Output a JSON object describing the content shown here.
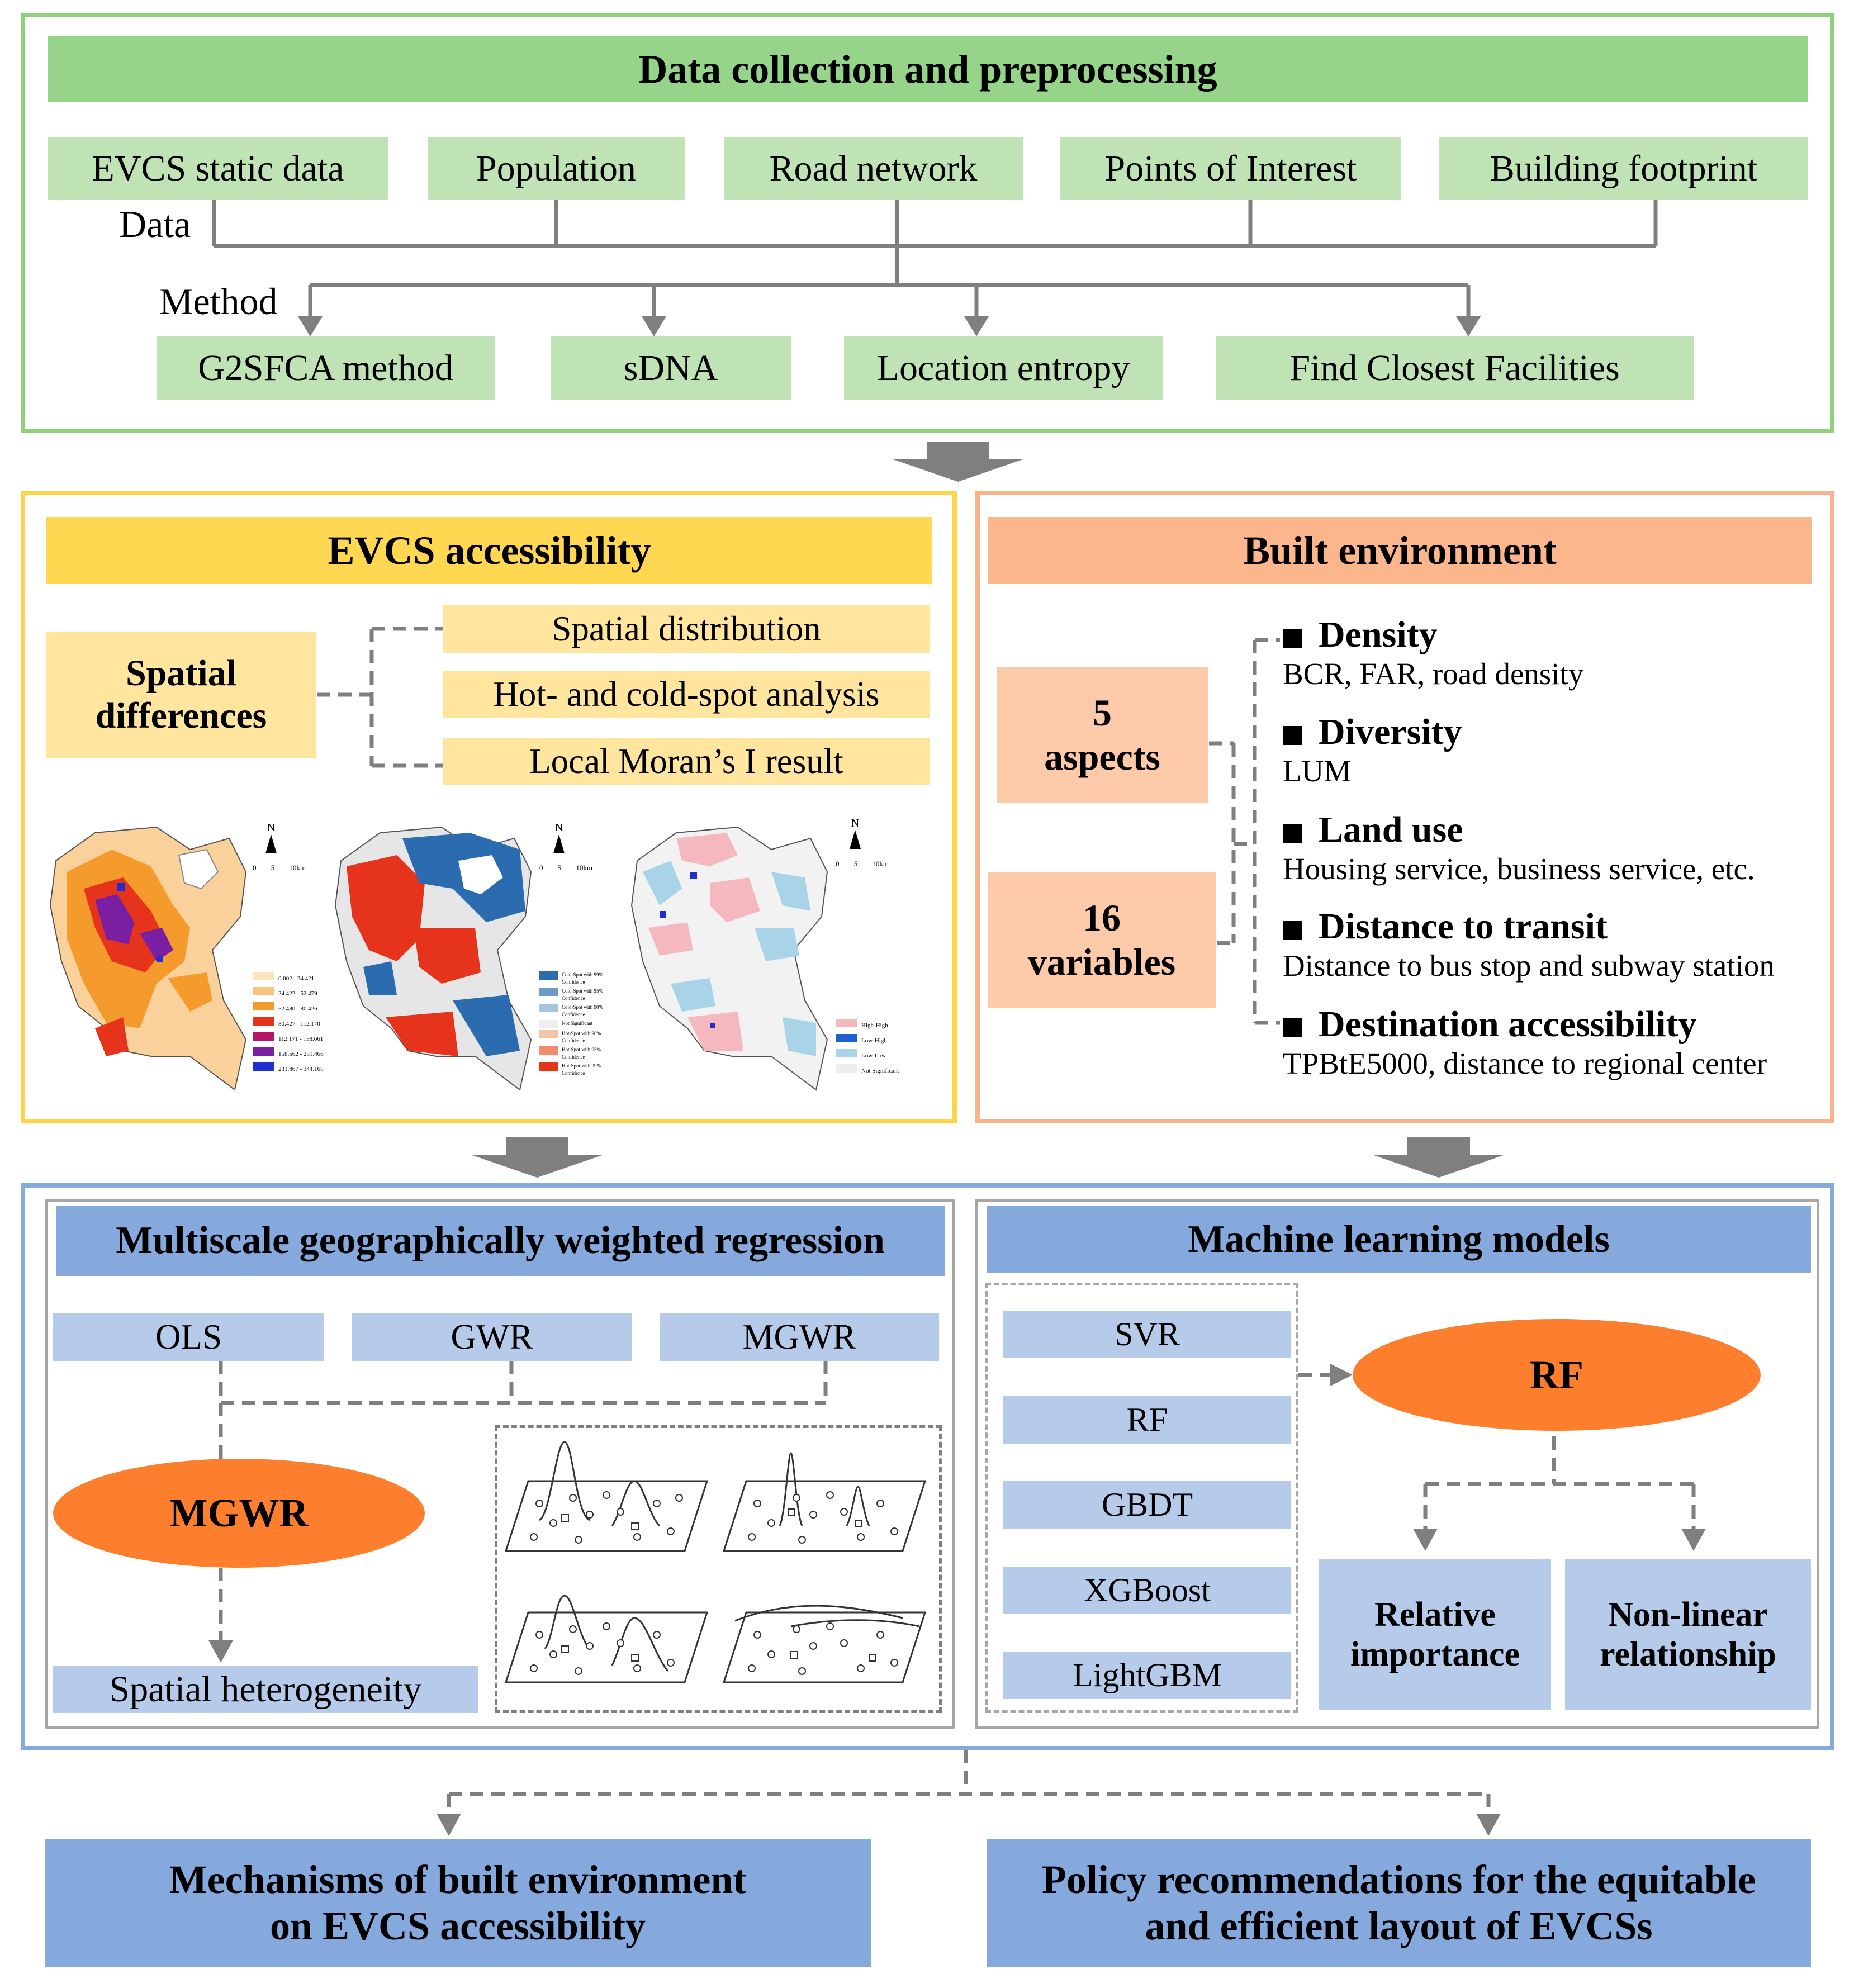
{
  "section1": {
    "title": "Data collection and preprocessing",
    "data_label": "Data",
    "method_label": "Method",
    "data_items": [
      "EVCS static data",
      "Population",
      "Road network",
      "Points of Interest",
      "Building footprint"
    ],
    "method_items": [
      "G2SFCA method",
      "sDNA",
      "Location entropy",
      "Find Closest Facilities"
    ]
  },
  "section2a": {
    "title": "EVCS accessibility",
    "spatial_label": "Spatial differences",
    "items": [
      "Spatial distribution",
      "Hot- and cold-spot analysis",
      "Local Moran’s I result"
    ],
    "map_scale": [
      "0",
      "5",
      "10km"
    ],
    "map_north": "N",
    "legend1": [
      "0.002 - 24.421",
      "24.422 - 52.479",
      "52.480 - 80.426",
      "80.427 - 112.170",
      "112.171 - 158.661",
      "158.662 - 231.466",
      "231.467 - 344.168"
    ],
    "legend2": [
      "Cold-Spot with 99% Confidence",
      "Cold-Spot with 95% Confidence",
      "Cold-Spot with 90% Confidence",
      "Not Significant",
      "Hot-Spot with 90% Confidence",
      "Hot-Spot with 95% Confidence",
      "Hot-Spot with 99% Confidence"
    ],
    "legend3": [
      "High-High",
      "Low-High",
      "Low-Low",
      "Not Significant"
    ]
  },
  "section2b": {
    "title": "Built environment",
    "aspects": "5 aspects",
    "variables": "16 variables",
    "categories": [
      {
        "name": "Density",
        "desc": "BCR, FAR, road density"
      },
      {
        "name": "Diversity",
        "desc": "LUM"
      },
      {
        "name": "Land use",
        "desc": "Housing service, business service, etc."
      },
      {
        "name": "Distance to transit",
        "desc": "Distance to bus stop and subway station"
      },
      {
        "name": "Destination accessibility",
        "desc": "TPBtE5000, distance to regional center"
      }
    ]
  },
  "section3a": {
    "title": "Multiscale geographically weighted regression",
    "models": [
      "OLS",
      "GWR",
      "MGWR"
    ],
    "core": "MGWR",
    "result": "Spatial heterogeneity"
  },
  "section3b": {
    "title": "Machine learning models",
    "models": [
      "SVR",
      "RF",
      "GBDT",
      "XGBoost",
      "LightGBM"
    ],
    "core": "RF",
    "outputs": [
      "Relative importance",
      "Non-linear relationship"
    ]
  },
  "outcomes": [
    "Mechanisms of built environment on EVCS accessibility",
    "Policy recommendations for the equitable and efficient layout of EVCSs"
  ],
  "colors": {
    "green_border": "#8fd07a",
    "green_title": "#96d48a",
    "green_box": "#bfe3b4",
    "yellow_border": "#ffd447",
    "yellow_title": "#ffd750",
    "yellow_box": "#ffe59e",
    "orange_border": "#f8b38a",
    "orange_title": "#fbb68b",
    "orange_box": "#fcc9a9",
    "blue_border": "#86aadc",
    "blue_title": "#85a9dd",
    "blue_box": "#b6cbe9",
    "ellipse": "#fd7f2d",
    "arrow": "#7f7f7f"
  }
}
